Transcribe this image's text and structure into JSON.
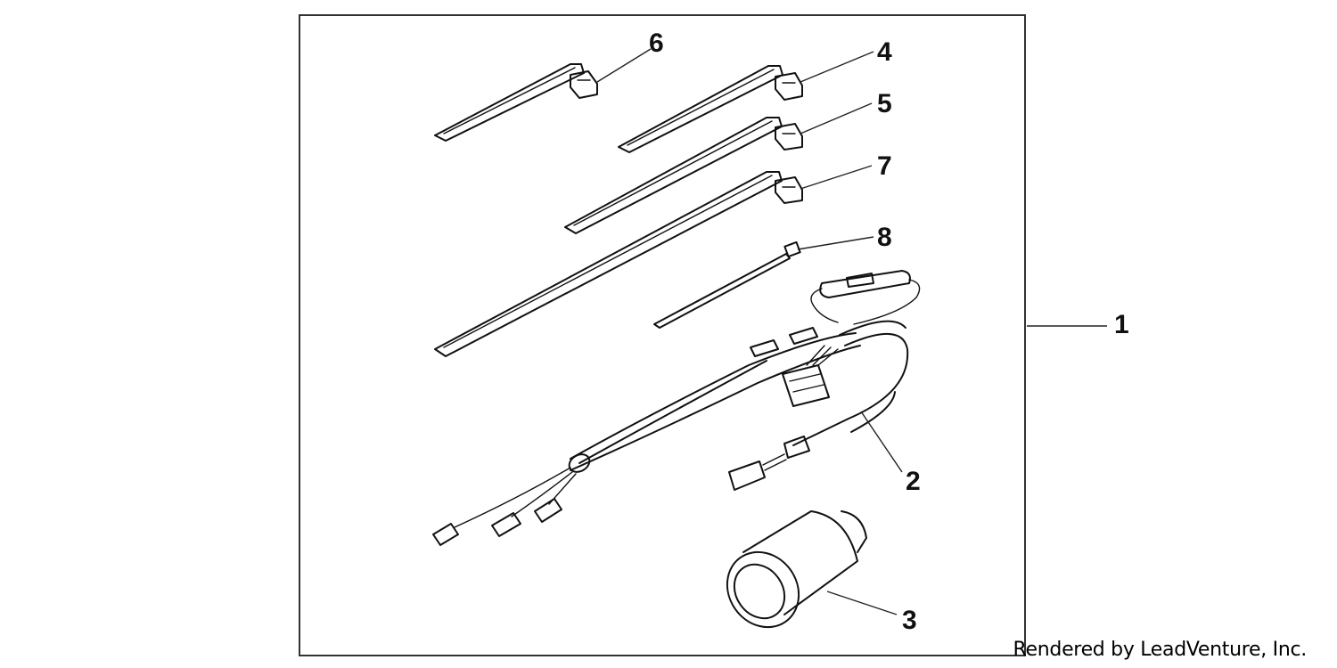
{
  "callouts": {
    "c1": "1",
    "c2": "2",
    "c3": "3",
    "c4": "4",
    "c5": "5",
    "c6": "6",
    "c7": "7",
    "c8": "8"
  },
  "credit": "Rendered by LeadVenture, Inc."
}
